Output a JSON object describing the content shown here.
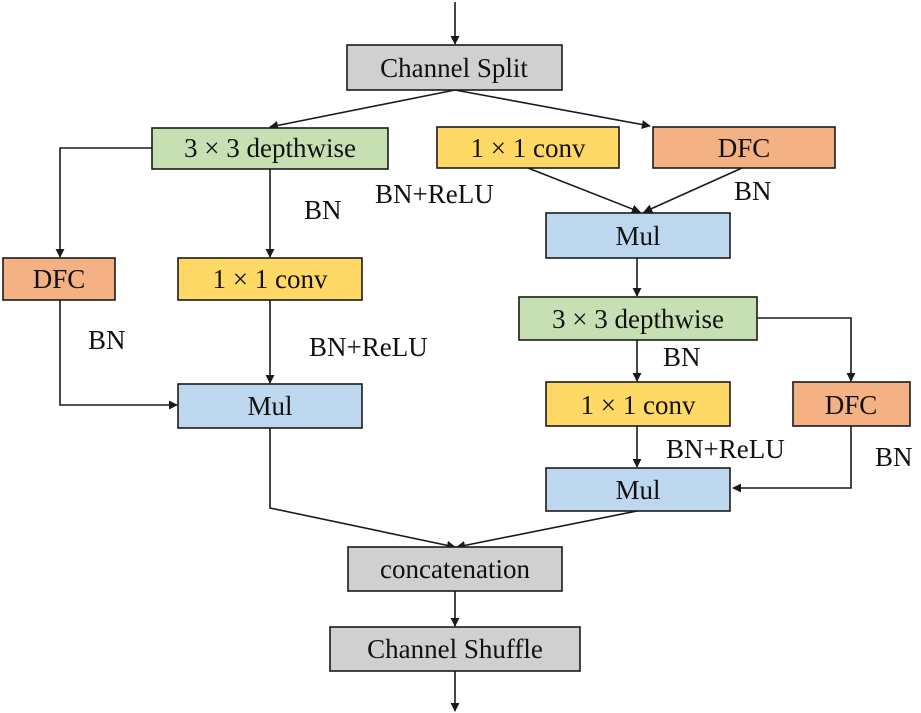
{
  "colors": {
    "gray": "#d0d0d0",
    "green": "#c6e0b4",
    "yellow": "#ffd966",
    "orange": "#f4b183",
    "blue": "#bdd7ee"
  },
  "nodes": {
    "channel_split": "Channel Split",
    "left_depthwise": "3 × 3 depthwise",
    "left_dfc": "DFC",
    "left_conv": "1 × 1 conv",
    "left_mul": "Mul",
    "right_conv_top": "1 × 1 conv",
    "right_dfc_top": "DFC",
    "right_mul_top": "Mul",
    "right_depthwise": "3 × 3 depthwise",
    "right_conv_bottom": "1 × 1 conv",
    "right_dfc_bottom": "DFC",
    "right_mul_bottom": "Mul",
    "concatenation": "concatenation",
    "channel_shuffle": "Channel Shuffle"
  },
  "labels": {
    "bn_left_dw": "BN",
    "bn_relu_right_conv_top": "BN+ReLU",
    "bn_right_dfc_top": "BN",
    "bn_left_dfc": "BN",
    "bn_relu_left_conv": "BN+ReLU",
    "bn_right_dw": "BN",
    "bn_relu_right_conv_bottom": "BN+ReLU",
    "bn_right_dfc_bottom": "BN"
  }
}
